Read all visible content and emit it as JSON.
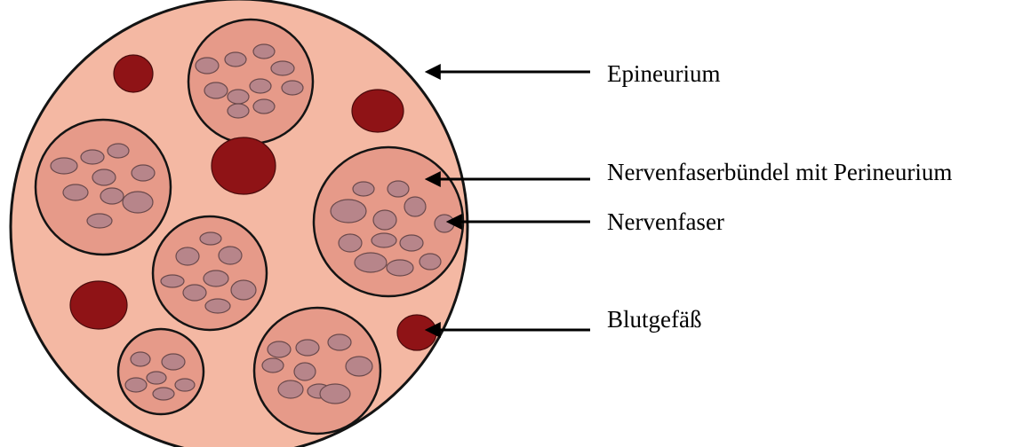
{
  "labels": {
    "epineurium": "Epineurium",
    "bundle": "Nervenfaserbündel mit Perineurium",
    "fiber": "Nervenfaser",
    "vessel": "Blutgefäß"
  },
  "colors": {
    "epineurium": "#f4b8a3",
    "perineurium": "#e69a89",
    "fiber": "#b7858a",
    "vessel": "#8f1316",
    "outline": "#141414"
  }
}
